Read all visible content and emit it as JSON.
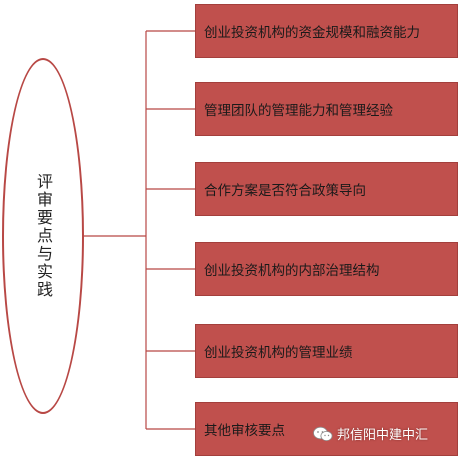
{
  "center": {
    "label": "评审要点与实践"
  },
  "items": [
    {
      "label": "创业投资机构的资金规模和融资能力"
    },
    {
      "label": "管理团队的管理能力和管理经验"
    },
    {
      "label": "合作方案是否符合政策导向"
    },
    {
      "label": "创业投资机构的内部治理结构"
    },
    {
      "label": "创业投资机构的管理业绩"
    },
    {
      "label": "其他审核要点"
    }
  ],
  "watermark": {
    "text": "邦信阳中建中汇",
    "icon": "wechat-icon"
  },
  "colors": {
    "node_fill": "#c0504d",
    "line": "#b84845"
  }
}
